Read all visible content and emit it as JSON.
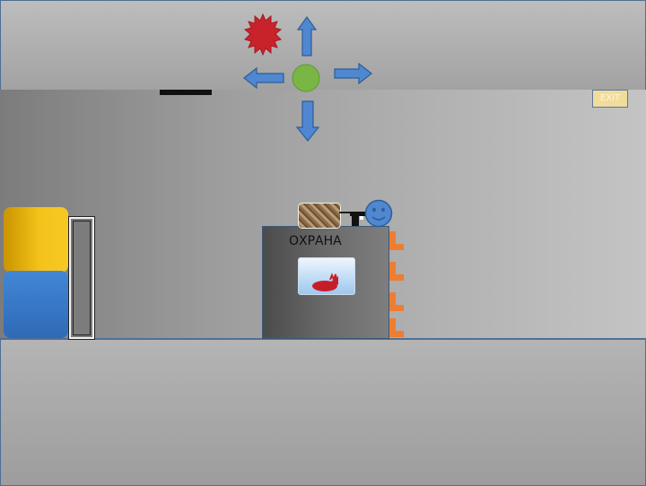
{
  "scene": {
    "booth_label": "ОХРАНА",
    "sign_label": "EXIT"
  },
  "controls": {
    "up": "arrow-up",
    "down": "arrow-down",
    "left": "arrow-left",
    "right": "arrow-right",
    "center": "green-ball",
    "action": "red-star"
  },
  "colors": {
    "arrow_fill": "#4f88d1",
    "arrow_stroke": "#2e5d98",
    "green": "#79b645",
    "red": "#c8232b",
    "boot": "#ed7d31",
    "smiley": "#4f88d1"
  }
}
